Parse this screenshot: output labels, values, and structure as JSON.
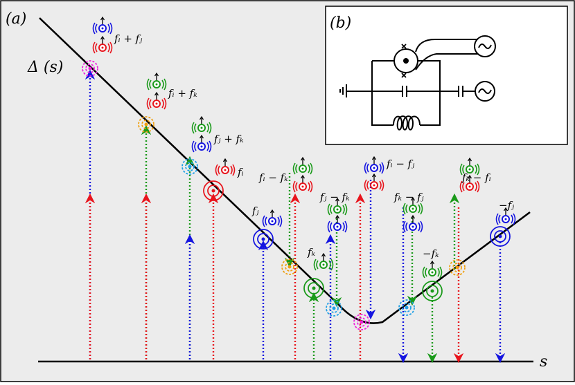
{
  "panel_a": {
    "label": "(a)",
    "curve_label": "Δ (s)",
    "x_axis_label": "s"
  },
  "panel_b": {
    "label": "(b)"
  },
  "transitions": [
    {
      "label": "fᵢ + fⱼ",
      "arrow": [
        "blue",
        "red"
      ],
      "direction": "up",
      "node_color": "magenta"
    },
    {
      "label": "fᵢ + fₖ",
      "arrow": [
        "red",
        "green"
      ],
      "direction": "up",
      "node_color": "orange"
    },
    {
      "label": "fⱼ + fₖ",
      "arrow": [
        "blue",
        "green"
      ],
      "direction": "up",
      "node_color": "deepskyblue"
    },
    {
      "label": "fᵢ",
      "arrow": [
        "red"
      ],
      "direction": "up",
      "node_color": "red"
    },
    {
      "label": "fⱼ",
      "arrow": [
        "blue"
      ],
      "direction": "up",
      "node_color": "blue"
    },
    {
      "label": "fᵢ − fₖ",
      "arrow": [
        "red",
        "green"
      ],
      "direction": "mixed",
      "node_color": "orange"
    },
    {
      "label": "fₖ",
      "arrow": [
        "green"
      ],
      "direction": "up",
      "node_color": "green"
    },
    {
      "label": "fⱼ − fₖ",
      "arrow": [
        "blue",
        "green"
      ],
      "direction": "mixed",
      "node_color": "deepskyblue"
    },
    {
      "label": "fᵢ − fⱼ",
      "arrow": [
        "red",
        "blue"
      ],
      "direction": "mixed",
      "node_color": "magenta"
    },
    {
      "label": "fₖ − fⱼ",
      "arrow": [
        "blue",
        "green"
      ],
      "direction": "mixed",
      "node_color": "deepskyblue"
    },
    {
      "label": "−fₖ",
      "arrow": [
        "green"
      ],
      "direction": "down",
      "node_color": "green"
    },
    {
      "label": "fₖ − fᵢ",
      "arrow": [
        "red",
        "green"
      ],
      "direction": "mixed",
      "node_color": "orange"
    },
    {
      "label": "−fⱼ",
      "arrow": [
        "blue"
      ],
      "direction": "down",
      "node_color": "blue"
    }
  ]
}
